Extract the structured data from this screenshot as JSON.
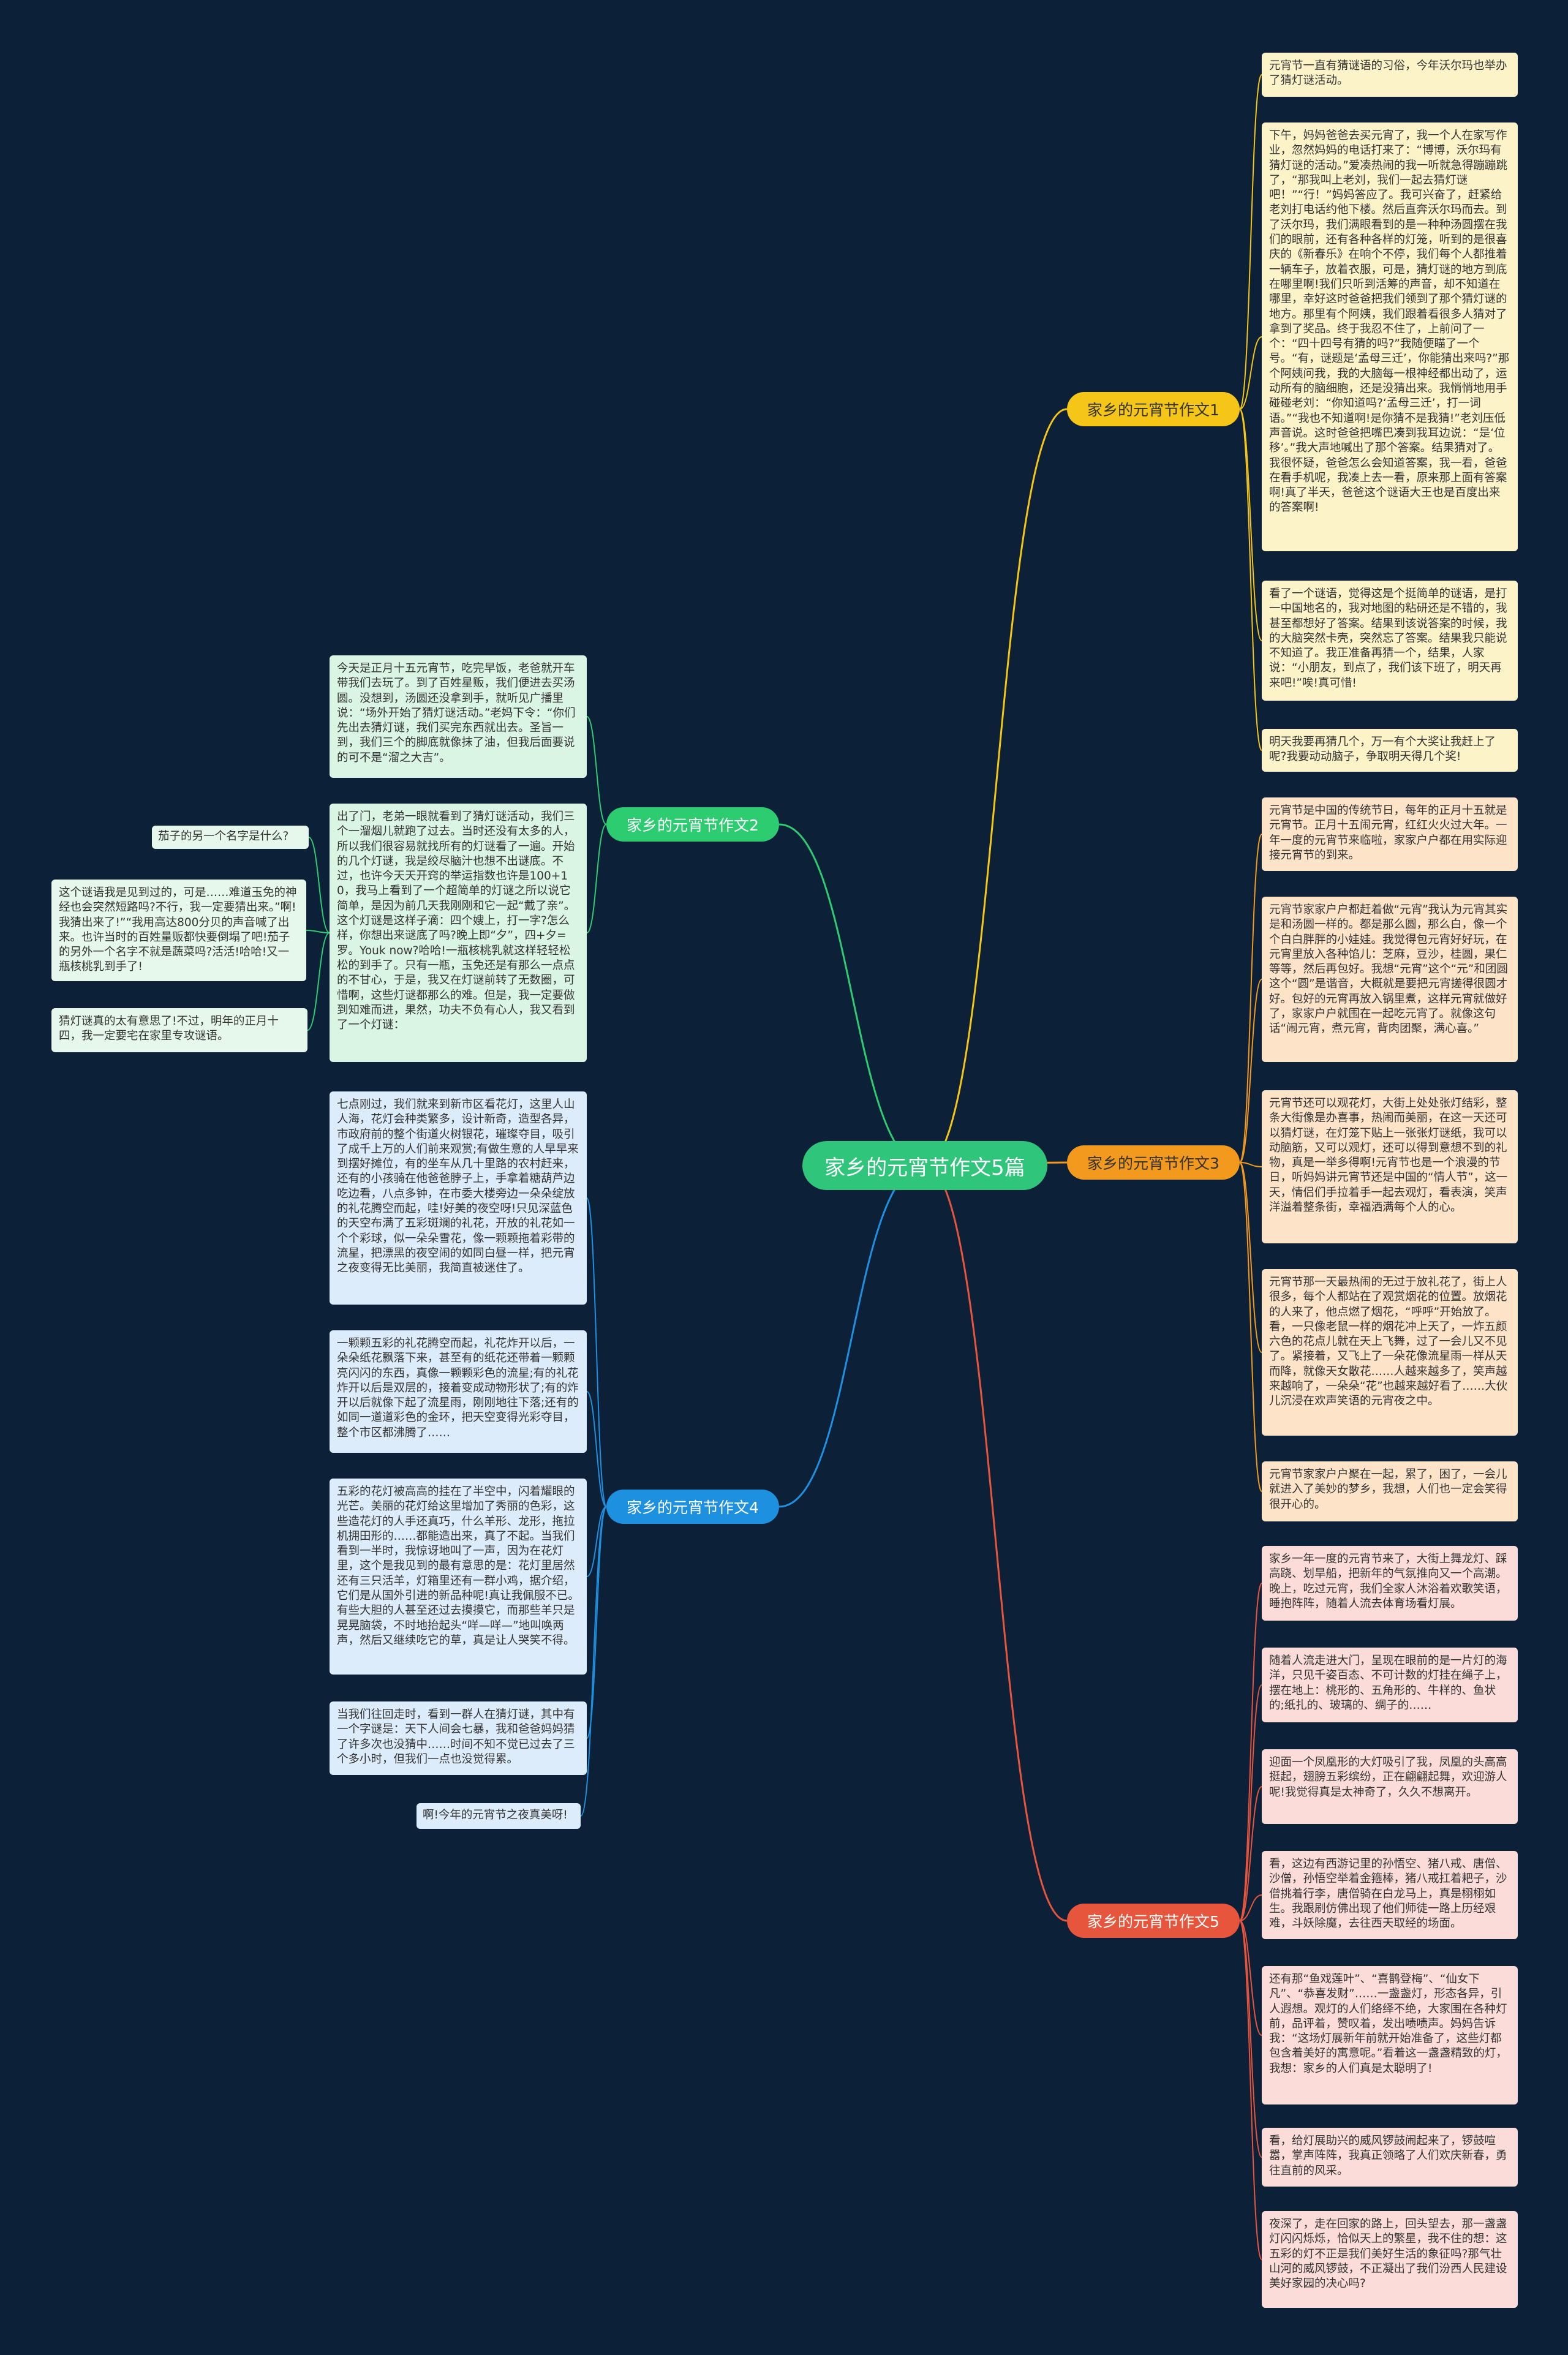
{
  "root": {
    "label": "家乡的元宵节作文5篇"
  },
  "colors": {
    "background": "#0c2038",
    "root": "#2fc57a",
    "branch1": "#f5c518",
    "branch2": "#2ecc71",
    "branch3": "#f39a1e",
    "branch4": "#1e90e0",
    "branch5": "#e8553d"
  },
  "branches": [
    {
      "label": "家乡的元宵节作文1",
      "cards": [
        "元宵节一直有猜谜语的习俗，今年沃尔玛也举办了猜灯谜活动。",
        "下午，妈妈爸爸去买元宵了，我一个人在家写作业，忽然妈妈的电话打来了：“博博，沃尔玛有猜灯谜的活动。”爱凑热闹的我一听就急得蹦蹦跳了，“那我叫上老刘，我们一起去猜灯谜吧！”“行！”妈妈答应了。我可兴奋了，赶紧给老刘打电话约他下楼。然后直奔沃尔玛而去。到了沃尔玛，我们满眼看到的是一种种汤圆摆在我们的眼前，还有各种各样的灯笼，听到的是很喜庆的《新春乐》在响个不停，我们每个人都推着一辆车子，放着衣服，可是，猜灯谜的地方到底在哪里啊!我们只听到活筹的声音，却不知道在哪里，幸好这时爸爸把我们领到了那个猜灯谜的地方。那里有个阿姨，我们跟着看很多人猜对了拿到了奖品。终于我忍不住了，上前问了一个：“四十四号有猜的吗?”我随便瞄了一个号。“有，谜题是‘孟母三迁’，你能猜出来吗?”那个阿姨问我，我的大脑每一根神经都出动了，运动所有的脑细胞，还是没猜出来。我悄悄地用手碰碰老刘：“你知道吗?‘孟母三迁’，打一词语。”“我也不知道啊!是你猜不是我猜!”老刘压低声音说。这时爸爸把嘴巴凑到我耳边说：“是‘位移’。”我大声地喊出了那个答案。结果猜对了。我很怀疑，爸爸怎么会知道答案，我一看，爸爸在看手机呢，我凑上去一看，原来那上面有答案啊!真了半天，爸爸这个谜语大王也是百度出来的答案啊!",
        "看了一个谜语，觉得这是个挺简单的谜语，是打一中国地名的，我对地图的粘研还是不错的，我甚至都想好了答案。结果到该说答案的时候，我的大脑突然卡壳，突然忘了答案。结果我只能说不知道了。我正准备再猜一个，结果，人家说：“小朋友，到点了，我们该下班了，明天再来吧!”唉!真可惜!",
        "明天我要再猜几个，万一有个大奖让我赶上了呢?我要动动脑子，争取明天得几个奖!"
      ]
    },
    {
      "label": "家乡的元宵节作文2",
      "cards": [
        "今天是正月十五元宵节，吃完早饭，老爸就开车带我们去玩了。到了百姓星贩，我们便进去买汤圆。没想到，汤圆还没拿到手，就听见广播里说：“场外开始了猜灯谜活动。”老妈下令：“你们先出去猜灯谜，我们买完东西就出去。圣旨一到，我们三个的脚底就像抹了油，但我后面要说的可不是“溜之大吉”。",
        "出了门，老弟一眼就看到了猜灯谜活动，我们三个一溜烟儿就跑了过去。当时还没有太多的人，所以我们很容易就找所有的灯谜看了一遍。开始的几个灯谜，我是绞尽脑汁也想不出谜底。不过，也许今天天开窍的举运指数也许是100+10，我马上看到了一个超简单的灯谜之所以说它简单，是因为前几天我刚刚和它一起“戴了亲”。这个灯谜是这样子滴：四个嫂上，打一字?怎么样，你想出来谜底了吗?晚上即“夕”，四+夕=罗。Youk now?哈哈!一瓶核桃乳就这样轻轻松松的到手了。只有一瓶，玉免还是有那么一点点的不甘心，于是，我又在灯谜前转了无数圈，可惜啊，这些灯谜都那么的难。但是，我一定要做到知难而进，果然，功夫不负有心人，我又看到了一个灯谜：",
        "茄子的另一个名字是什么?",
        "这个谜语我是见到过的，可是……难道玉免的神经也会突然短路吗?不行，我一定要猜出来。”啊!我猜出来了!”“我用高达800分贝的声音喊了出来。也许当时的百姓量贩都快要倒塌了吧!茄子的另外一个名字不就是蔬菜吗?活活!哈哈!又一瓶核桃乳到手了!",
        "猜灯谜真的太有意思了!不过，明年的正月十四，我一定要宅在家里专攻谜语。"
      ]
    },
    {
      "label": "家乡的元宵节作文3",
      "cards": [
        "元宵节是中国的传统节日，每年的正月十五就是元宵节。正月十五闹元宵，红红火火过大年。一年一度的元宵节来临啦，家家户户都在用实际迎接元宵节的到来。",
        "元宵节家家户户都赶着做“元宵”我认为元宵其实是和汤圆一样的。都是那么圆，那么白，像一个个白白胖胖的小娃娃。我觉得包元宵好好玩，在元宵里放入各种馅儿：芝麻，豆沙，桂圆，果仁等等，然后再包好。我想“元宵”这个“元”和团圆这个“圆”是谐音，大概就是要把元宵搓得很圆才好。包好的元宵再放入锅里煮，这样元宵就做好了，家家户户就围在一起吃元宵了。就像这句话“闹元宵，煮元宵，背肉团聚，满心喜。”",
        "元宵节还可以观花灯，大街上处处张灯结彩，整条大街像是办喜事，热闹而美丽，在这一天还可以猜灯谜，在灯笼下贴上一张张灯谜纸，我可以动脑筋，又可以观灯，还可以得到意想不到的礼物，真是一举多得啊!元宵节也是一个浪漫的节日，听妈妈讲元宵节还是中国的“情人节”，这一天，情侣们手拉着手一起去观灯，看表演，笑声洋溢着整条街，幸福洒满每个人的心。",
        "元宵节那一天最热闹的无过于放礼花了，街上人很多，每个人都站在了观赏烟花的位置。放烟花的人来了，他点燃了烟花，“呼呼”开始放了。看，一只像老鼠一样的烟花冲上天了，一炸五颜六色的花点儿就在天上飞舞，过了一会儿又不见了。紧接着，又飞上了一朵花像流星雨一样从天而降，就像天女散花……人越来越多了，笑声越来越响了，一朵朵“花”也越来越好看了……大伙儿沉浸在欢声笑语的元宵夜之中。",
        "元宵节家家户户聚在一起，累了，困了，一会儿就进入了美妙的梦乡，我想，人们也一定会笑得很开心的。"
      ]
    },
    {
      "label": "家乡的元宵节作文4",
      "cards": [
        "七点刚过，我们就来到新市区看花灯，这里人山人海，花灯会种类繁多，设计新奇，造型各异，市政府前的整个街道火树银花，璀璨夺目，吸引了成千上万的人们前来观赏;有做生意的人早早来到摆好摊位，有的坐车从几十里路的农村赶来，还有的小孩骑在他爸爸脖子上，手拿着糖葫芦边吃边看，八点多钟，在市委大楼旁边一朵朵绽放的礼花腾空而起，哇!好美的夜空呀!只见深蓝色的天空布满了五彩斑斓的礼花，开放的礼花如一个个彩球，似一朵朵雪花，像一颗颗拖着彩带的流星，把漂黑的夜空闹的如同白昼一样，把元宵之夜变得无比美丽，我简直被迷住了。",
        "一颗颗五彩的礼花腾空而起，礼花炸开以后，一朵朵纸花飘落下来，甚至有的纸花还带着一颗颗亮闪闪的东西，真像一颗颗彩色的流星;有的礼花炸开以后是双层的，接着变成动物形状了;有的炸开以后就像下起了流星雨，刚刚地往下落;还有的如同一道道彩色的金环，把天空变得光彩夺目，整个市区都沸腾了……",
        "五彩的花灯被高高的挂在了半空中，闪着耀眼的光芒。美丽的花灯给这里增加了秀丽的色彩，这些造花灯的人手还真巧，什么羊形、龙形，拖拉机拥田形的……都能造出来，真了不起。当我们看到一半时，我惊讶地叫了一声，因为在花灯里，这个是我见到的最有意思的是：花灯里居然还有三只活羊，灯箱里还有一群小鸡，据介绍，它们是从国外引进的新品种呢!真让我佩服不已。有些大胆的人甚至还过去摸摸它，而那些羊只是晃晃脑袋，不时地抬起头“咩—咩—”地叫唤两声，然后又继续吃它的草，真是让人哭笑不得。",
        "当我们往回走时，看到一群人在猜灯谜，其中有一个字谜是：天下人间会七暴，我和爸爸妈妈猜了许多次也没猜中……时间不知不觉已过去了三个多小时，但我们一点也没觉得累。",
        "啊!今年的元宵节之夜真美呀!"
      ]
    },
    {
      "label": "家乡的元宵节作文5",
      "cards": [
        "家乡一年一度的元宵节来了，大街上舞龙灯、踩高跷、划旱船，把新年的气氛推向又一个高潮。晚上，吃过元宵，我们全家人沐浴着欢歌笑语，睡抱阵阵，随着人流去体育场看灯展。",
        "随着人流走进大门，呈现在眼前的是一片灯的海洋，只见千姿百态、不可计数的灯挂在绳子上，摆在地上：桃形的、五角形的、牛样的、鱼状的;纸扎的、玻璃的、绸子的……",
        "迎面一个凤凰形的大灯吸引了我，凤凰的头高高挺起，翅膀五彩缤纷，正在翩翩起舞，欢迎游人呢!我觉得真是太神奇了，久久不想离开。",
        "看，这边有西游记里的孙悟空、猪八戒、唐僧、沙僧，孙悟空举着金箍棒，猪八戒扛着耙子，沙僧挑着行李，唐僧骑在白龙马上，真是栩栩如生。我跟刷仿佛出现了他们师徒一路上历经艰难，斗妖除魔，去往西天取经的场面。",
        "还有那“鱼戏莲叶”、“喜鹊登梅”、“仙女下凡”、“恭喜发财”……一盏盏灯，形态各异，引人遐想。观灯的人们络绎不绝，大家围在各种灯前，品评着，赞叹着，发出啧啧声。妈妈告诉我：“这场灯展新年前就开始准备了，这些灯都包含着美好的寓意呢。”看着这一盏盏精致的灯，我想：家乡的人们真是太聪明了!",
        "看，给灯展助兴的威风锣鼓闹起来了，锣鼓喧嚣，掌声阵阵，我真正领略了人们欢庆新春，勇往直前的风采。",
        "夜深了，走在回家的路上，回头望去，那一盏盏灯闪闪烁烁，恰似天上的繁星，我不住的想：这五彩的灯不正是我们美好生活的象征吗?那气壮山河的威风锣鼓，不正凝出了我们汾西人民建设美好家园的决心吗?"
      ]
    }
  ]
}
